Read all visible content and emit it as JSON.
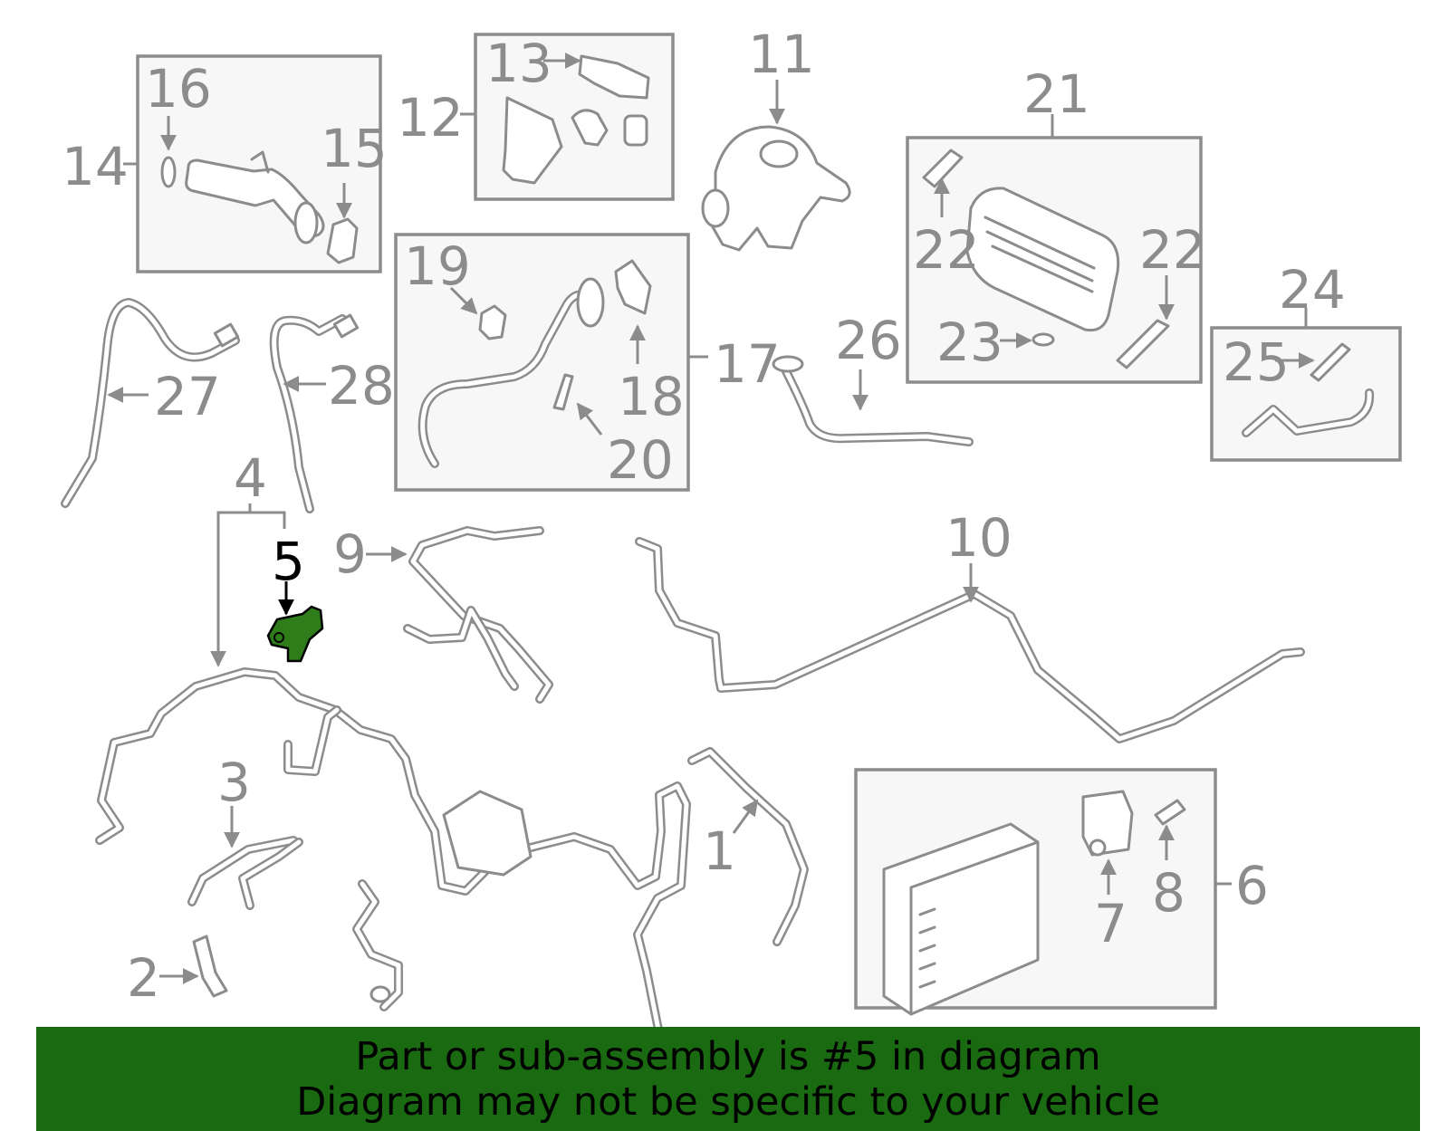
{
  "diagram": {
    "callouts": {
      "c1": "1",
      "c2": "2",
      "c3": "3",
      "c4": "4",
      "c5": "5",
      "c6": "6",
      "c7": "7",
      "c8": "8",
      "c9": "9",
      "c10": "10",
      "c11": "11",
      "c12": "12",
      "c13": "13",
      "c14": "14",
      "c15": "15",
      "c16": "16",
      "c17": "17",
      "c18": "18",
      "c19": "19",
      "c20": "20",
      "c21": "21",
      "c22a": "22",
      "c22b": "22",
      "c23": "23",
      "c24": "24",
      "c25": "25",
      "c26": "26",
      "c27": "27",
      "c28": "28"
    },
    "highlighted_part": "5",
    "highlight_color": "#2e7d1a",
    "line_color": "#8c8c8c"
  },
  "banner": {
    "line1": "Part or sub-assembly is #5 in diagram",
    "line2": "Diagram may not be specific to your vehicle",
    "background": "#1a6a12"
  }
}
